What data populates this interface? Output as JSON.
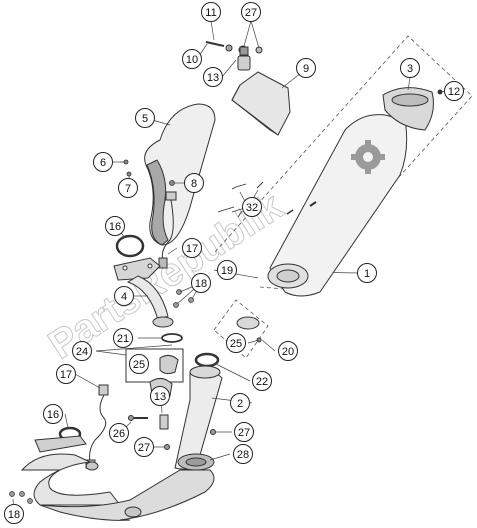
{
  "diagram": {
    "watermark": "PartsRepublik",
    "parts": [
      {
        "id": "p1",
        "label": "1"
      },
      {
        "id": "p2",
        "label": "2"
      },
      {
        "id": "p3",
        "label": "3"
      },
      {
        "id": "p4",
        "label": "4"
      },
      {
        "id": "p5",
        "label": "5"
      },
      {
        "id": "p6",
        "label": "6"
      },
      {
        "id": "p7",
        "label": "7"
      },
      {
        "id": "p8",
        "label": "8"
      },
      {
        "id": "p9",
        "label": "9"
      },
      {
        "id": "p10",
        "label": "10"
      },
      {
        "id": "p11",
        "label": "11"
      },
      {
        "id": "p12",
        "label": "12"
      },
      {
        "id": "p13a",
        "label": "13"
      },
      {
        "id": "p13b",
        "label": "13"
      },
      {
        "id": "p16a",
        "label": "16"
      },
      {
        "id": "p16b",
        "label": "16"
      },
      {
        "id": "p17a",
        "label": "17"
      },
      {
        "id": "p17b",
        "label": "17"
      },
      {
        "id": "p18a",
        "label": "18"
      },
      {
        "id": "p18b",
        "label": "18"
      },
      {
        "id": "p19",
        "label": "19"
      },
      {
        "id": "p20",
        "label": "20"
      },
      {
        "id": "p21",
        "label": "21"
      },
      {
        "id": "p22",
        "label": "22"
      },
      {
        "id": "p24",
        "label": "24"
      },
      {
        "id": "p25a",
        "label": "25"
      },
      {
        "id": "p25b",
        "label": "25"
      },
      {
        "id": "p26",
        "label": "26"
      },
      {
        "id": "p27a",
        "label": "27"
      },
      {
        "id": "p27b",
        "label": "27"
      },
      {
        "id": "p27c",
        "label": "27"
      },
      {
        "id": "p28",
        "label": "28"
      },
      {
        "id": "p32",
        "label": "32"
      }
    ]
  }
}
